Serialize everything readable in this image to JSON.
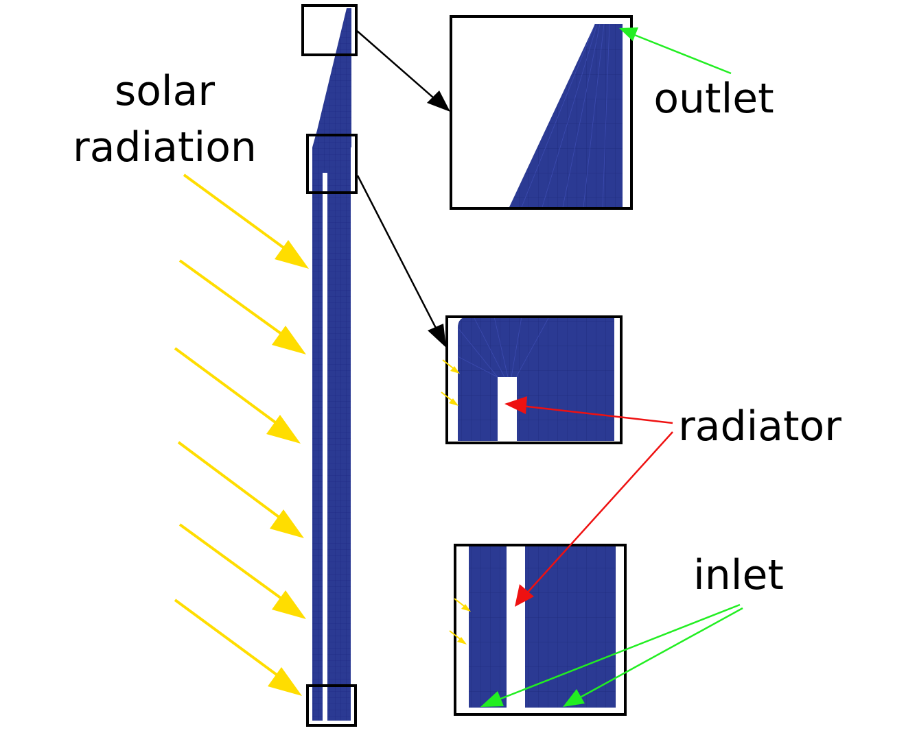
{
  "labels": {
    "solar_line1": "solar",
    "solar_line2": "radiation",
    "outlet": "outlet",
    "radiator": "radiator",
    "inlet": "inlet"
  },
  "colors": {
    "mesh_fill": "#2b3a93",
    "mesh_line": "#1a237e",
    "solar_arrow": "#ffdd00",
    "outlet_inlet_arrow": "#22ee22",
    "radiator_arrow": "#ee1111",
    "callout_arrow": "#000000",
    "frame": "#000000"
  },
  "icons": {
    "solar_arrows": "yellow-diagonal-arrows",
    "mesh": "blue-quad-mesh"
  }
}
